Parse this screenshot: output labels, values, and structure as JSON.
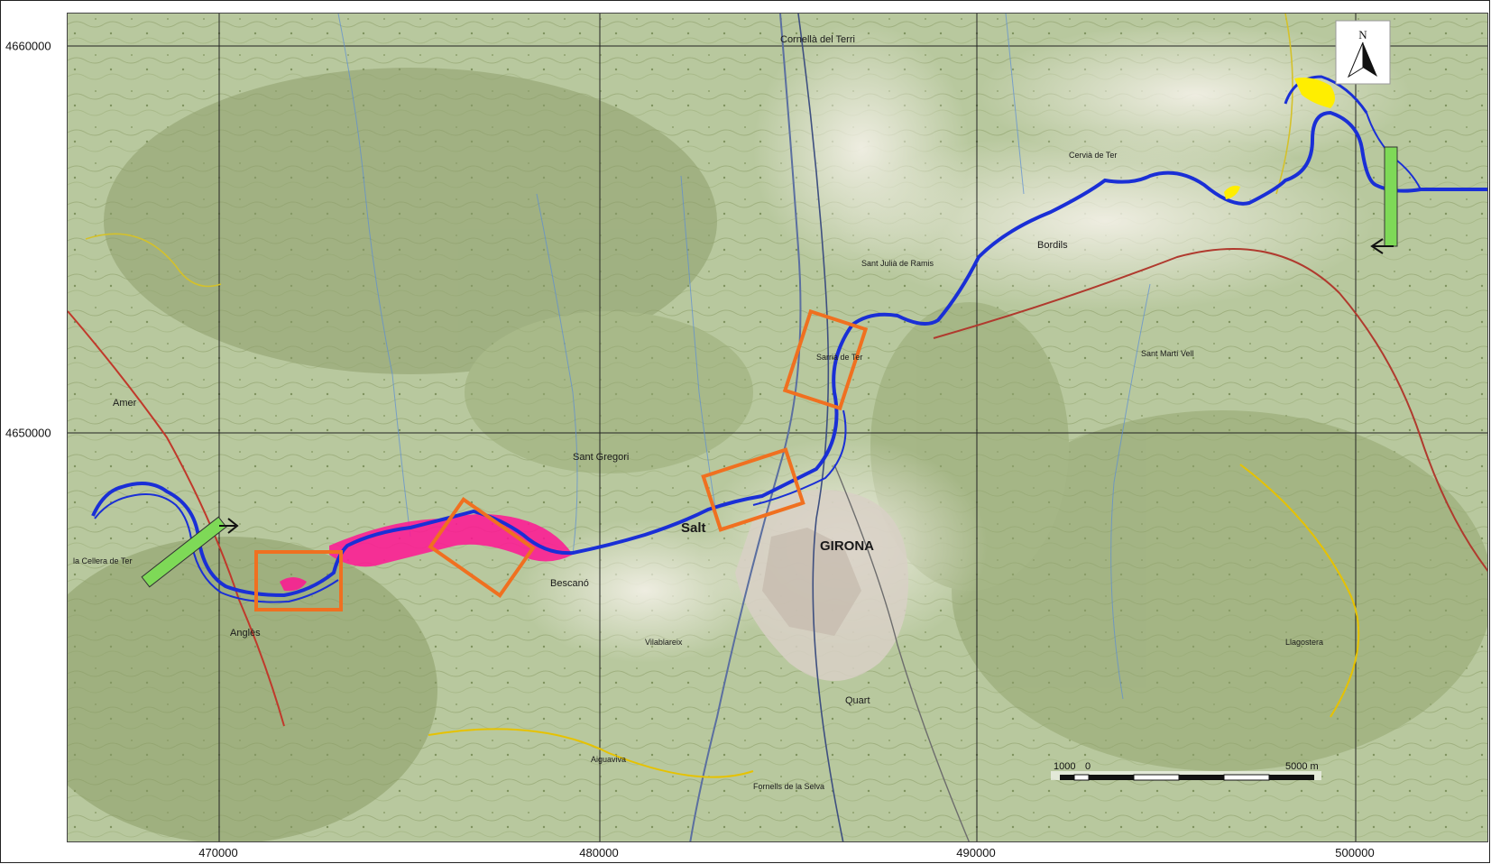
{
  "axes": {
    "x_ticks": [
      "470000",
      "480000",
      "490000",
      "500000"
    ],
    "y_ticks": [
      "4660000",
      "4650000"
    ]
  },
  "places": {
    "cornella": "Cornellà del Terri",
    "cervia": "Cervià de Ter",
    "bordils": "Bordils",
    "sant_gregori": "Sant Gregori",
    "salt": "Salt",
    "girona": "GIRONA",
    "bescano": "Bescanó",
    "angles": "Anglès",
    "amer": "Amer",
    "la_cellera": "la Cellera de Ter",
    "quart": "Quart",
    "sant_marti_vell": "Sant Martí Vell",
    "sarria": "Sarrià de Ter",
    "vilablareix": "Vilablareix",
    "aiguaviva": "Aiguaviva",
    "fornells": "Fornells de la Selva",
    "sant_julia": "Sant Julià de Ramis",
    "llagostera": "Llagostera"
  },
  "north_arrow": {
    "label": "N"
  },
  "scale_bar": {
    "left_label": "1000",
    "zero_label": "0",
    "right_label": "5000 m"
  },
  "colors": {
    "river": "#1a2fd6",
    "flood_zone": "#ff1493",
    "study_box": "#f07020",
    "yellow_zone": "#ffee00",
    "flow_marker": "#7ed957",
    "map_base": "#b9c9a0"
  }
}
